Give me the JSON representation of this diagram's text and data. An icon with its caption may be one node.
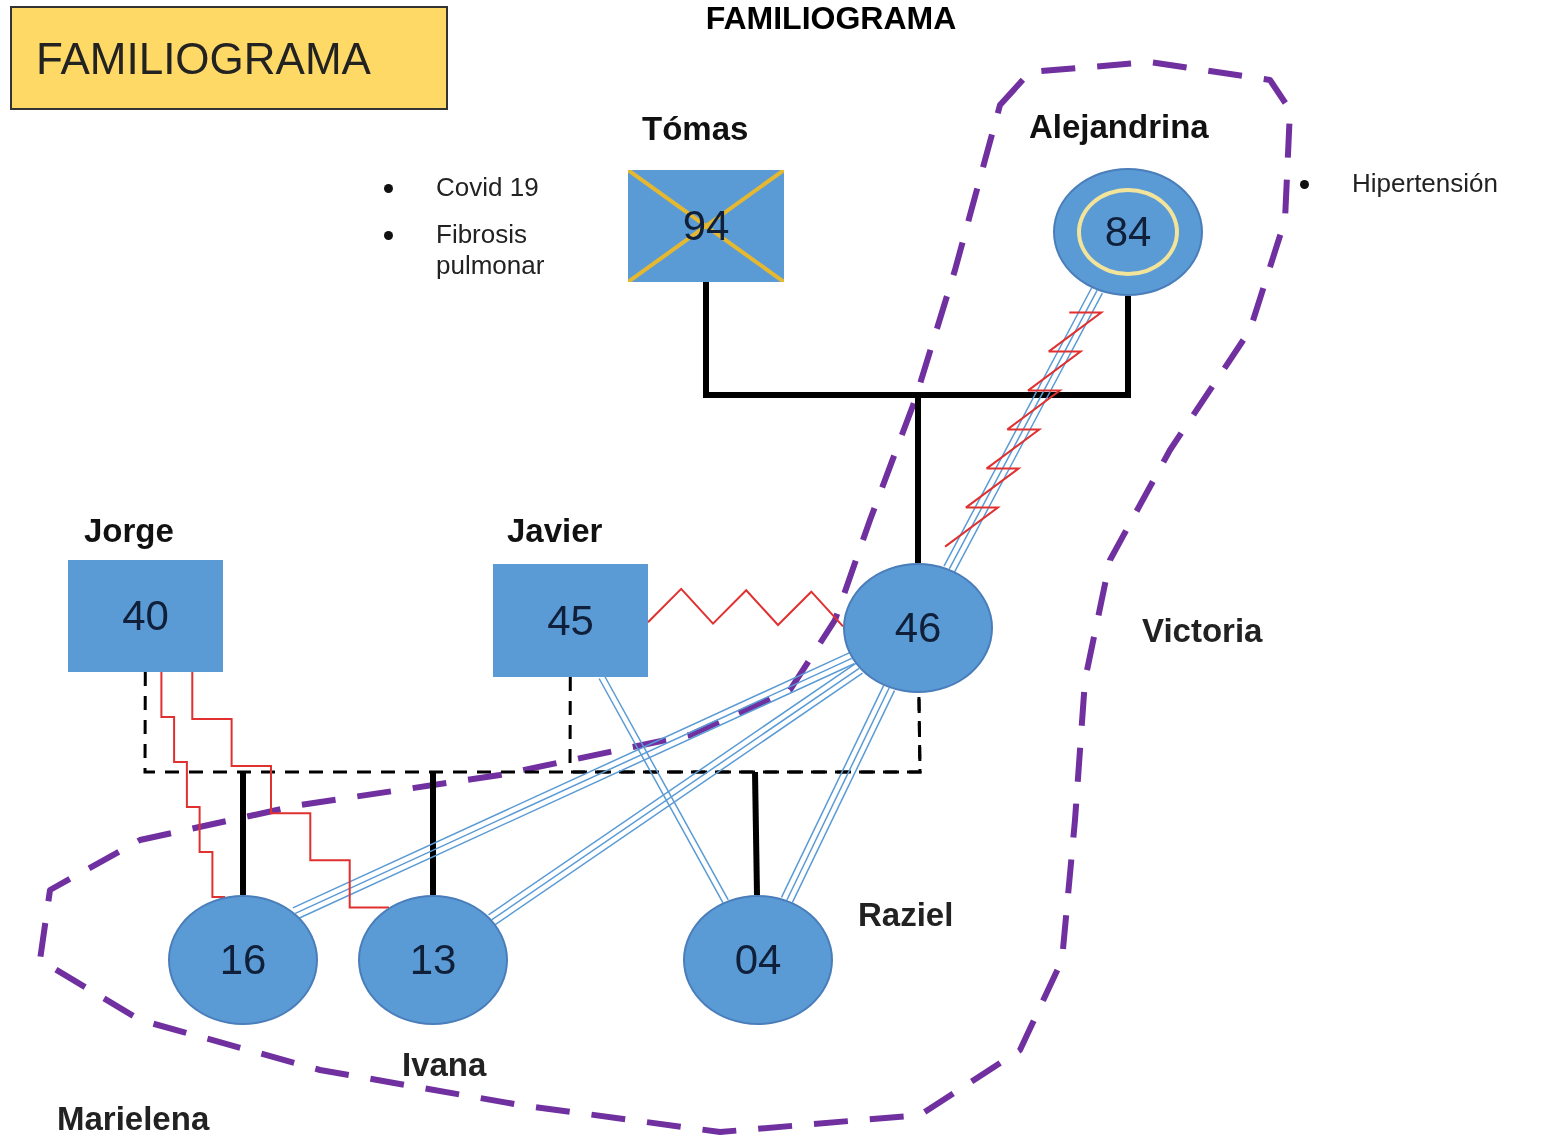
{
  "diagram": {
    "title": "FAMILIOGRAMA",
    "nodes": [
      {
        "text": [
          "FAMILIOGRAMA"
        ]
      },
      {
        "text": [
          "Tómas",
          "94"
        ],
        "beside": [
          "Covid 19",
          "Fibrosis pulmonar"
        ]
      },
      {
        "text": [
          "Alejandrina",
          "84"
        ]
      },
      {
        "text": [
          "Jorge",
          "40"
        ]
      },
      {
        "text": [
          "Javier",
          "45"
        ]
      },
      {
        "text": [
          "46"
        ]
      },
      {
        "text": [
          "16"
        ],
        "beside": [
          "Marielena"
        ]
      },
      {
        "text": [
          "13"
        ],
        "beside": [
          "Ivana"
        ]
      },
      {
        "text": [
          "04"
        ],
        "beside": [
          "Raziel"
        ]
      }
    ],
    "edges": [
      {
        "from": 1,
        "to": 5,
        "arrow": "none",
        "style": "thick"
      },
      {
        "from": 2,
        "to": 5,
        "arrow": "none",
        "style": "thick"
      },
      {
        "from": 3,
        "to": 5,
        "arrow": "none",
        "style": "dashed"
      },
      {
        "from": 4,
        "to": 5,
        "arrow": "none",
        "style": "dashed"
      },
      {
        "from": null,
        "to": 6,
        "arrow": "none",
        "style": "thick"
      },
      {
        "from": null,
        "to": 7,
        "arrow": "none",
        "style": "thick"
      },
      {
        "from": null,
        "to": 8,
        "arrow": "none",
        "style": "thick"
      },
      {
        "from": 4,
        "to": 5,
        "arrow": "none",
        "color": "#e03030"
      },
      {
        "from": 2,
        "to": 5,
        "arrow": "none",
        "color": "#5b9bd5"
      },
      {
        "from": 5,
        "to": 6,
        "arrow": "none",
        "color": "#5b9bd5"
      },
      {
        "from": 5,
        "to": 7,
        "arrow": "none",
        "color": "#5b9bd5"
      },
      {
        "from": 5,
        "to": 8,
        "arrow": "none",
        "color": "#5b9bd5"
      },
      {
        "from": 4,
        "to": 8,
        "arrow": "none",
        "color": "#5b9bd5"
      },
      {
        "from": 3,
        "to": 6,
        "arrow": "none",
        "color": "#e03030"
      },
      {
        "from": 3,
        "to": 7,
        "arrow": "none",
        "color": "#e03030"
      }
    ],
    "labels": [
      "Hipertensión",
      "Victoria"
    ]
  }
}
